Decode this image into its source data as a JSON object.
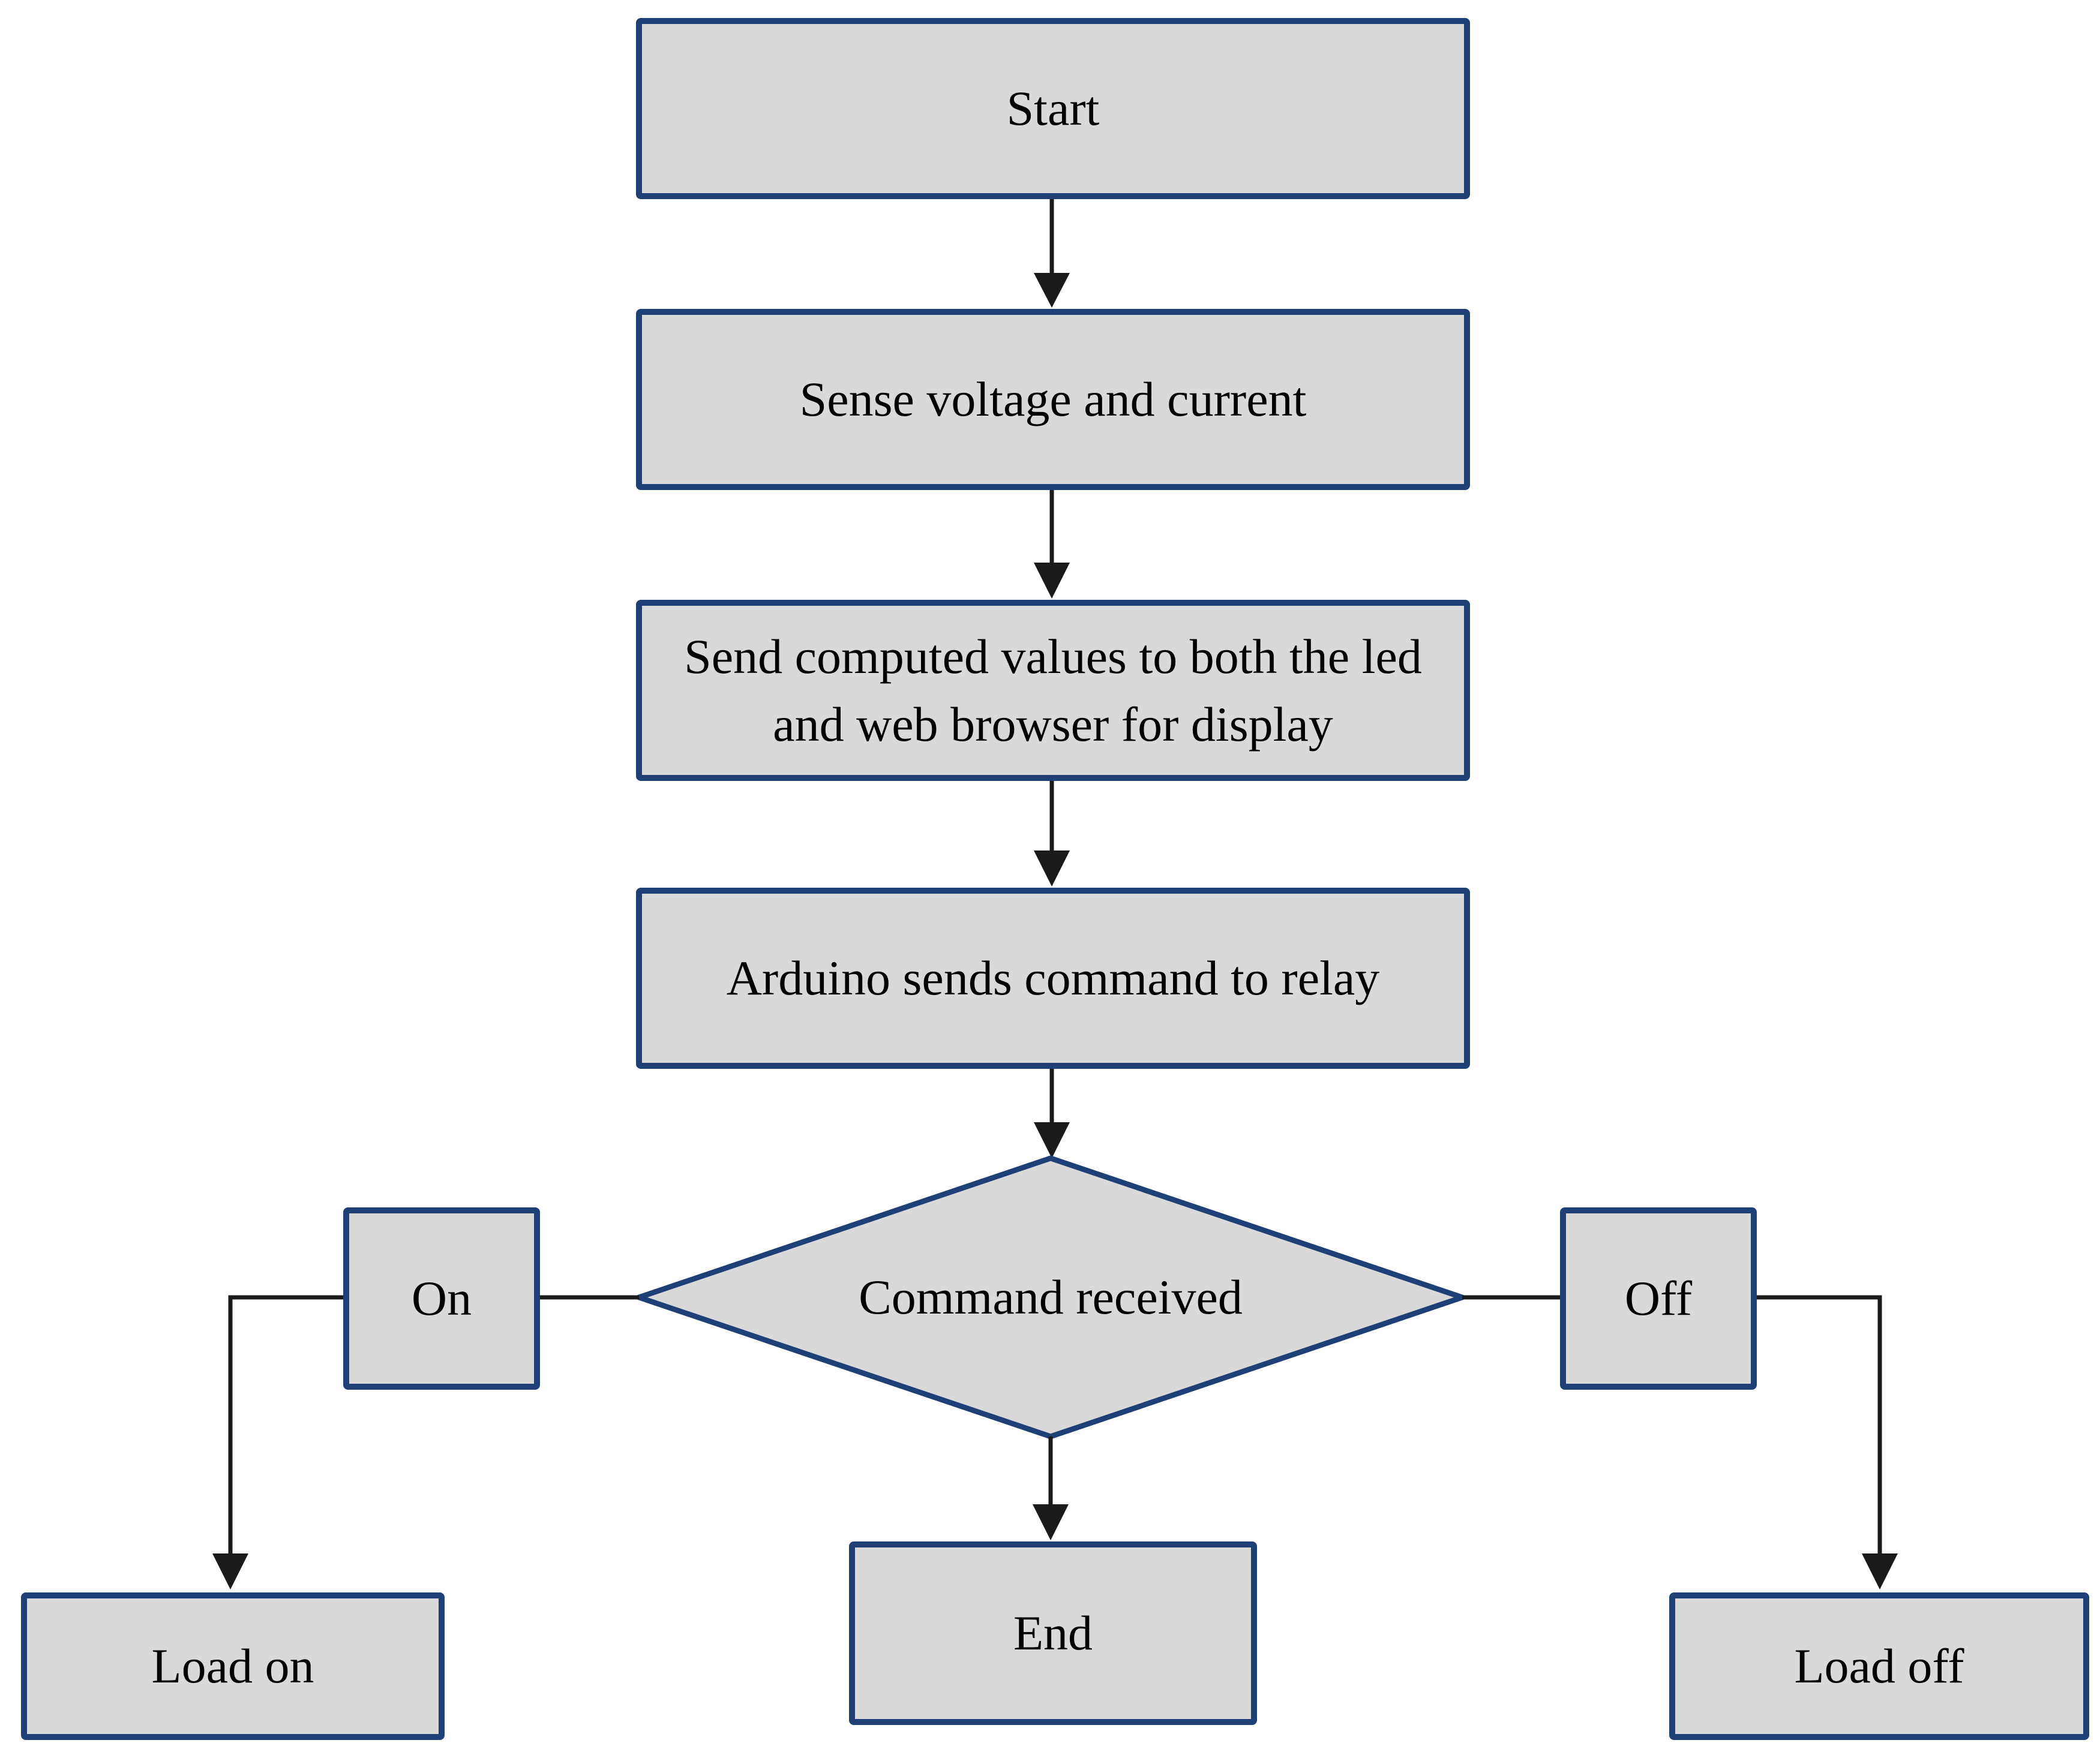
{
  "colors": {
    "node_fill": "#d9d9d9",
    "node_border": "#1f4077",
    "connector": "#1a1a1a",
    "text": "#000000",
    "background": "#ffffff"
  },
  "nodes": {
    "start": {
      "label": "Start"
    },
    "sense": {
      "label": "Sense voltage and current"
    },
    "send": {
      "label": "Send computed values to both the led and web browser for display"
    },
    "arduino": {
      "label": "Arduino sends command to relay"
    },
    "decision": {
      "label": "Command received"
    },
    "branch_on": {
      "label": "On"
    },
    "branch_off": {
      "label": "Off"
    },
    "load_on": {
      "label": "Load on"
    },
    "end": {
      "label": "End"
    },
    "load_off": {
      "label": "Load off"
    }
  },
  "edges": [
    {
      "from": "start",
      "to": "sense"
    },
    {
      "from": "sense",
      "to": "send"
    },
    {
      "from": "send",
      "to": "arduino"
    },
    {
      "from": "arduino",
      "to": "decision"
    },
    {
      "from": "decision",
      "to": "load_on",
      "via": "branch_on"
    },
    {
      "from": "decision",
      "to": "end"
    },
    {
      "from": "decision",
      "to": "load_off",
      "via": "branch_off"
    }
  ]
}
